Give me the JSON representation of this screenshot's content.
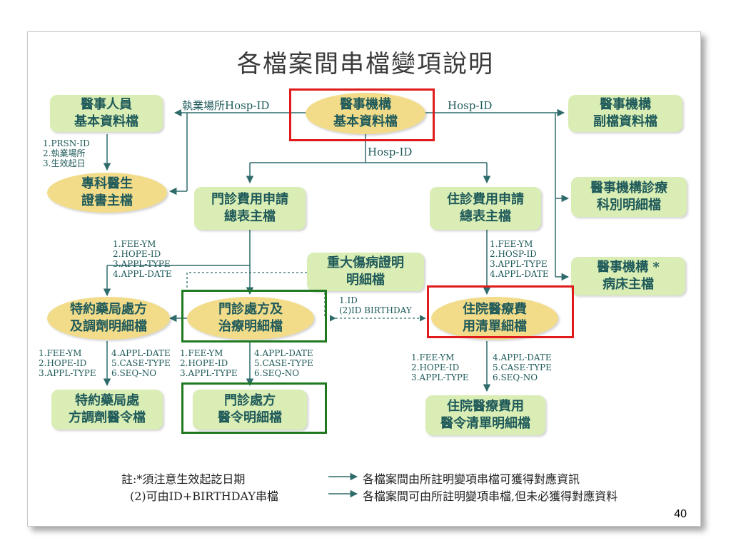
{
  "title": "各檔案間串檔變項說明",
  "nodes": {
    "medical_staff": "醫事人員\n基本資料檔",
    "institution_basic": "醫事機構\n基本資料檔",
    "institution_sub": "醫事機構\n副檔資料檔",
    "specialist_cert": "專科醫生\n證書主檔",
    "outpatient_summary": "門診費用申請\n總表主檔",
    "inpatient_summary": "住診費用申請\n總表主檔",
    "dept_detail": "醫事機構診療\n科別明細檔",
    "major_illness": "重大傷病證明\n明細檔",
    "beds": "醫事機構 *\n病床主檔",
    "pharmacy_detail": "特約藥局處方\n及調劑明細檔",
    "outpatient_rx": "門診處方及\n治療明細檔",
    "inpatient_list": "住院醫療費\n用清單細檔",
    "pharmacy_order": "特約藥局處\n方調劑醫令檔",
    "outpatient_order": "門診處方\n醫令明細檔",
    "inpatient_order": "住院醫療費用\n醫令清單明細檔"
  },
  "edge_labels": {
    "hosp_id_left": "執業場所Hosp-ID",
    "hosp_id_right": "Hosp-ID",
    "hosp_id_down": "Hosp-ID",
    "staff_keys": "1.PRSN-ID\n2.執業場所\n3.生效起日",
    "outpatient_keys": "1.FEE-YM\n2.HOPE-ID\n3.APPL-TYPE\n4.APPL-DATE",
    "inpatient_keys": "1.FEE-YM\n2.HOSP-ID\n3.APPL-TYPE\n4.APPL-DATE",
    "illness_keys": "1.ID\n(2)ID BIRTHDAY",
    "pharmacy_keys_a": "1.FEE-YM\n2.HOPE-ID\n3.APPL-TYPE",
    "pharmacy_keys_b": "4.APPL-DATE\n5.CASE-TYPE\n6.SEQ-NO",
    "rx_keys_a": "1.FEE-YM\n2.HOPE-ID\n3.APPL-TYPE",
    "rx_keys_b": "4.APPL-DATE\n5.CASE-TYPE\n6.SEQ-NO",
    "inp_keys_a": "1.FEE-YM\n2.HOPE-ID\n3.APPL-TYPE",
    "inp_keys_b": "4.APPL-DATE\n5.CASE-TYPE\n6.SEQ-NO"
  },
  "notes": {
    "note1": "註:*須注意生效起訖日期",
    "note2": "(2)可由ID+BIRTHDAY串檔",
    "legend1": "各檔案間由所註明變項串檔可獲得對應資訊",
    "legend2": "各檔案間可由所註明變項串檔,但未必獲得對應資料"
  },
  "page_number": "40",
  "colors": {
    "node_fill": "#d9edb4",
    "oval_fill": "#f2dc8a",
    "text": "#1f5a5a",
    "line": "#2f6b6b",
    "highlight_red": "#e01b1b",
    "highlight_green": "#1f7a1f"
  }
}
